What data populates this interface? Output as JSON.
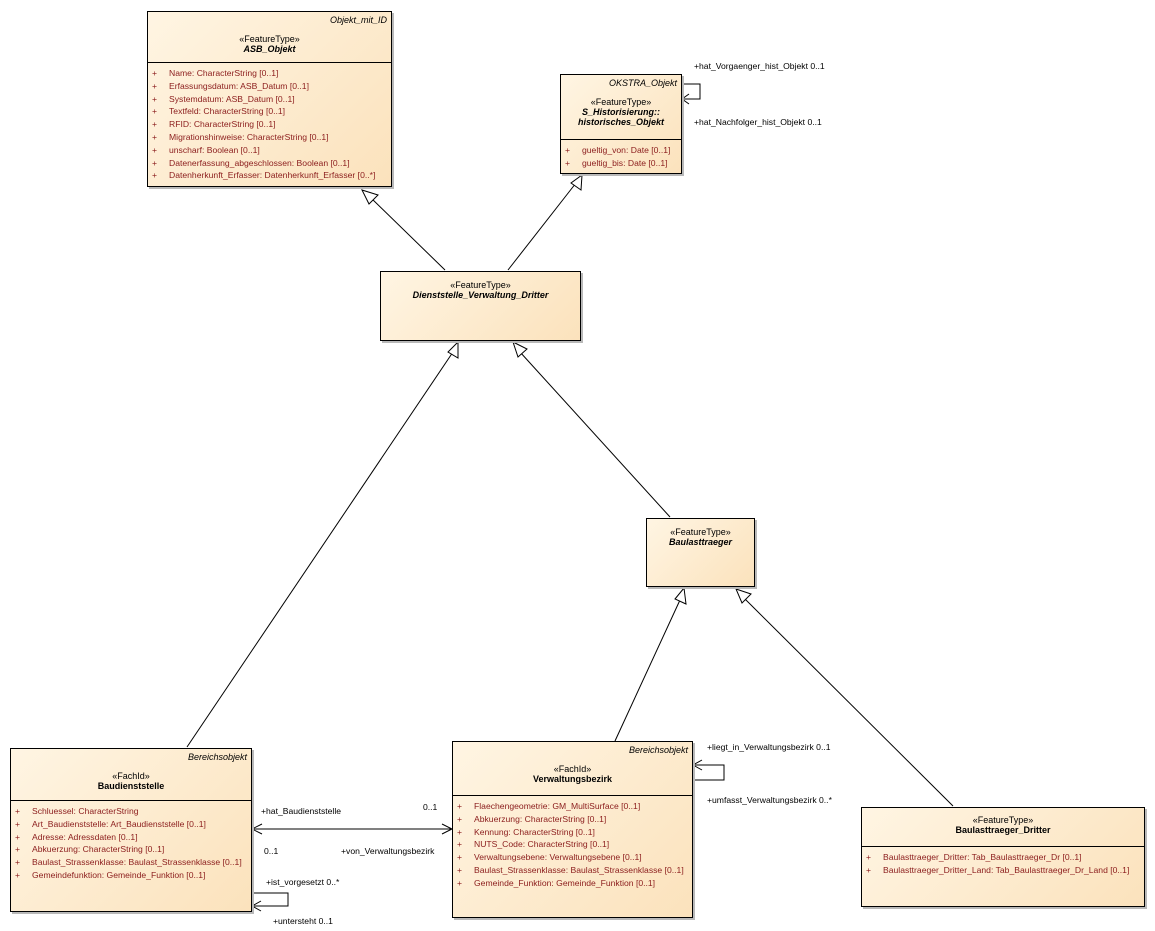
{
  "classes": {
    "asb_objekt": {
      "parent": "Objekt_mit_ID",
      "stereotype": "«FeatureType»",
      "name": "ASB_Objekt",
      "attributes": [
        {
          "vis": "+",
          "text": "Name: CharacterString [0..1]"
        },
        {
          "vis": "+",
          "text": "Erfassungsdatum: ASB_Datum [0..1]"
        },
        {
          "vis": "+",
          "text": "Systemdatum: ASB_Datum [0..1]"
        },
        {
          "vis": "+",
          "text": "Textfeld: CharacterString [0..1]"
        },
        {
          "vis": "+",
          "text": "RFID: CharacterString [0..1]"
        },
        {
          "vis": "+",
          "text": "Migrationshinweise: CharacterString [0..1]"
        },
        {
          "vis": "+",
          "text": "unscharf: Boolean [0..1]"
        },
        {
          "vis": "+",
          "text": "Datenerfassung_abgeschlossen: Boolean [0..1]"
        },
        {
          "vis": "+",
          "text": "Datenherkunft_Erfasser: Datenherkunft_Erfasser [0..*]"
        }
      ]
    },
    "historisches_objekt": {
      "parent": "OKSTRA_Objekt",
      "stereotype": "«FeatureType»",
      "name_line1": "S_Historisierung::",
      "name_line2": "historisches_Objekt",
      "attributes": [
        {
          "vis": "+",
          "text": "gueltig_von: Date [0..1]"
        },
        {
          "vis": "+",
          "text": "gueltig_bis: Date [0..1]"
        }
      ]
    },
    "dienststelle": {
      "stereotype": "«FeatureType»",
      "name": "Dienststelle_Verwaltung_Dritter"
    },
    "baulasttraeger": {
      "stereotype": "«FeatureType»",
      "name": "Baulasttraeger"
    },
    "baudienststelle": {
      "parent": "Bereichsobjekt",
      "stereotype": "«FachId»",
      "name": "Baudienststelle",
      "attributes": [
        {
          "vis": "+",
          "text": "Schluessel: CharacterString"
        },
        {
          "vis": "+",
          "text": "Art_Baudienststelle: Art_Baudienststelle [0..1]"
        },
        {
          "vis": "+",
          "text": "Adresse: Adressdaten [0..1]"
        },
        {
          "vis": "+",
          "text": "Abkuerzung: CharacterString [0..1]"
        },
        {
          "vis": "+",
          "text": "Baulast_Strassenklasse: Baulast_Strassenklasse [0..1]"
        },
        {
          "vis": "+",
          "text": "Gemeindefunktion: Gemeinde_Funktion [0..1]"
        }
      ]
    },
    "verwaltungsbezirk": {
      "parent": "Bereichsobjekt",
      "stereotype": "«FachId»",
      "name": "Verwaltungsbezirk",
      "attributes": [
        {
          "vis": "+",
          "text": "Flaechengeometrie: GM_MultiSurface [0..1]"
        },
        {
          "vis": "+",
          "text": "Abkuerzung: CharacterString [0..1]"
        },
        {
          "vis": "+",
          "text": "Kennung: CharacterString [0..1]"
        },
        {
          "vis": "+",
          "text": "NUTS_Code: CharacterString [0..1]"
        },
        {
          "vis": "+",
          "text": "Verwaltungsebene: Verwaltungsebene [0..1]"
        },
        {
          "vis": "+",
          "text": "Baulast_Strassenklasse: Baulast_Strassenklasse [0..1]"
        },
        {
          "vis": "+",
          "text": "Gemeinde_Funktion: Gemeinde_Funktion [0..1]"
        }
      ]
    },
    "baulasttraeger_dritter": {
      "stereotype": "«FeatureType»",
      "name": "Baulasttraeger_Dritter",
      "attributes": [
        {
          "vis": "+",
          "text": "Baulasttraeger_Dritter: Tab_Baulasttraeger_Dr [0..1]"
        },
        {
          "vis": "+",
          "text": "Baulasttraeger_Dritter_Land: Tab_Baulasttraeger_Dr_Land [0..1]"
        }
      ]
    }
  },
  "labels": {
    "hat_vorgaenger": "+hat_Vorgaenger_hist_Objekt 0..1",
    "hat_nachfolger": "+hat_Nachfolger_hist_Objekt 0..1",
    "hat_baudienststelle": "+hat_Baudienststelle",
    "mult_0_1_a": "0..1",
    "mult_0_1_b": "0..1",
    "von_verwaltungsbezirk": "+von_Verwaltungsbezirk",
    "ist_vorgesetzt": "+ist_vorgesetzt 0..*",
    "untersteht": "+untersteht 0..1",
    "liegt_in": "+liegt_in_Verwaltungsbezirk 0..1",
    "umfasst": "+umfasst_Verwaltungsbezirk 0..*"
  }
}
